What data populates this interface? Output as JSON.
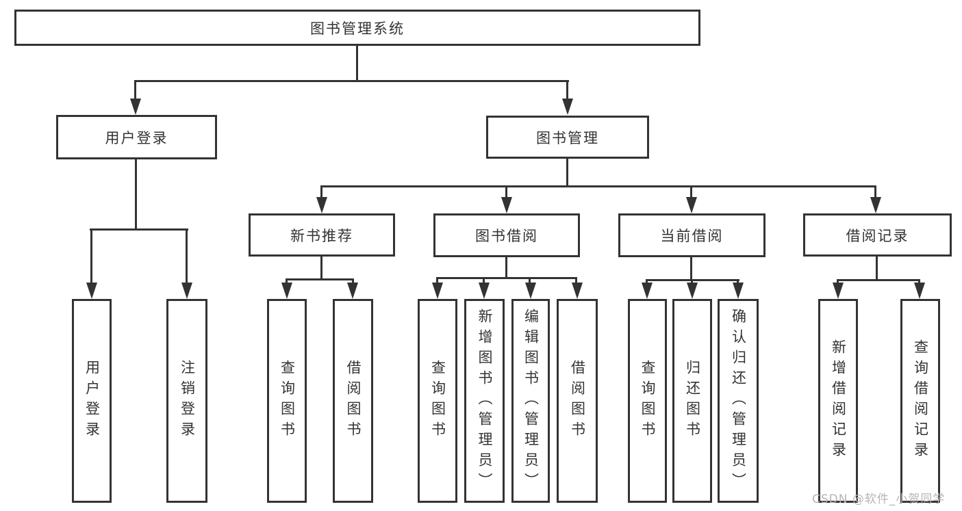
{
  "colors": {
    "background": "#ffffff",
    "line": "#333333",
    "text": "#333333",
    "watermark": "#b5b5b5"
  },
  "diagram": {
    "root": {
      "label": "图书管理系统"
    },
    "level2": [
      {
        "label": "用户登录"
      },
      {
        "label": "图书管理"
      }
    ],
    "level3": [
      {
        "label": "新书推荐",
        "parent": "图书管理"
      },
      {
        "label": "图书借阅",
        "parent": "图书管理"
      },
      {
        "label": "当前借阅",
        "parent": "图书管理"
      },
      {
        "label": "借阅记录",
        "parent": "图书管理"
      }
    ],
    "leaves": [
      {
        "label": "用户登录",
        "parent": "用户登录"
      },
      {
        "label": "注销登录",
        "parent": "用户登录"
      },
      {
        "label": "查询图书",
        "parent": "新书推荐"
      },
      {
        "label": "借阅图书",
        "parent": "新书推荐"
      },
      {
        "label": "查询图书",
        "parent": "图书借阅"
      },
      {
        "label": "新增图书（管理员）",
        "parent": "图书借阅"
      },
      {
        "label": "编辑图书（管理员）",
        "parent": "图书借阅"
      },
      {
        "label": "借阅图书",
        "parent": "图书借阅"
      },
      {
        "label": "查询图书",
        "parent": "当前借阅"
      },
      {
        "label": "归还图书",
        "parent": "当前借阅"
      },
      {
        "label": "确认归还（管理员）",
        "parent": "当前借阅"
      },
      {
        "label": "新增借阅记录",
        "parent": "借阅记录"
      },
      {
        "label": "查询借阅记录",
        "parent": "借阅记录"
      }
    ]
  },
  "watermark": {
    "text": "CSDN @软件_小贺同学"
  }
}
